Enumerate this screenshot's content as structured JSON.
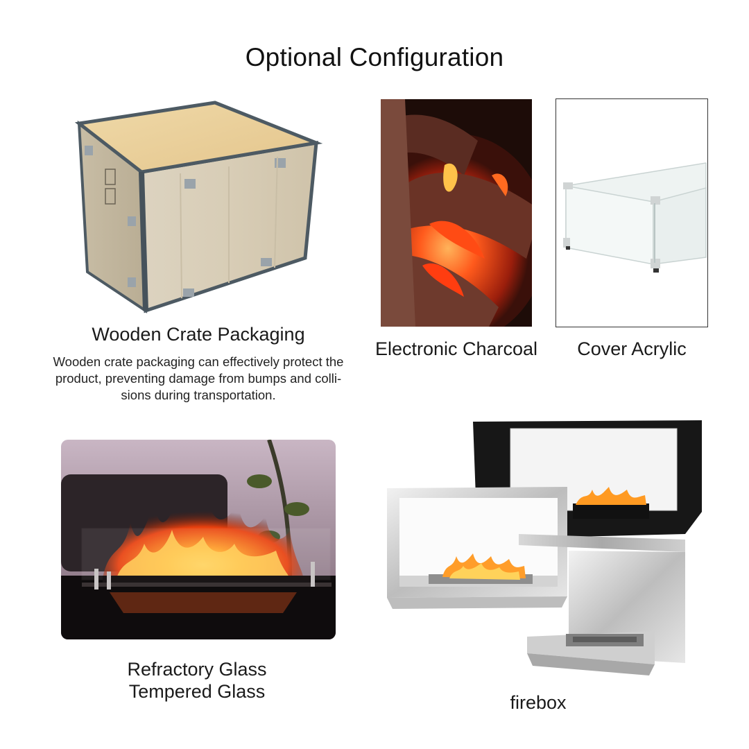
{
  "page": {
    "title": "Optional Configuration"
  },
  "items": {
    "crate": {
      "label": "Wooden Crate Packaging",
      "description_lines": [
        "Wooden crate packaging can effectively protect the",
        "product, preventing damage from bumps and colli-",
        "sions during transportation."
      ]
    },
    "charcoal": {
      "label": "Electronic Charcoal"
    },
    "acrylic": {
      "label": "Cover Acrylic"
    },
    "glass": {
      "label_lines": [
        "Refractory Glass",
        "Tempered Glass"
      ]
    },
    "firebox": {
      "label": "firebox"
    }
  }
}
